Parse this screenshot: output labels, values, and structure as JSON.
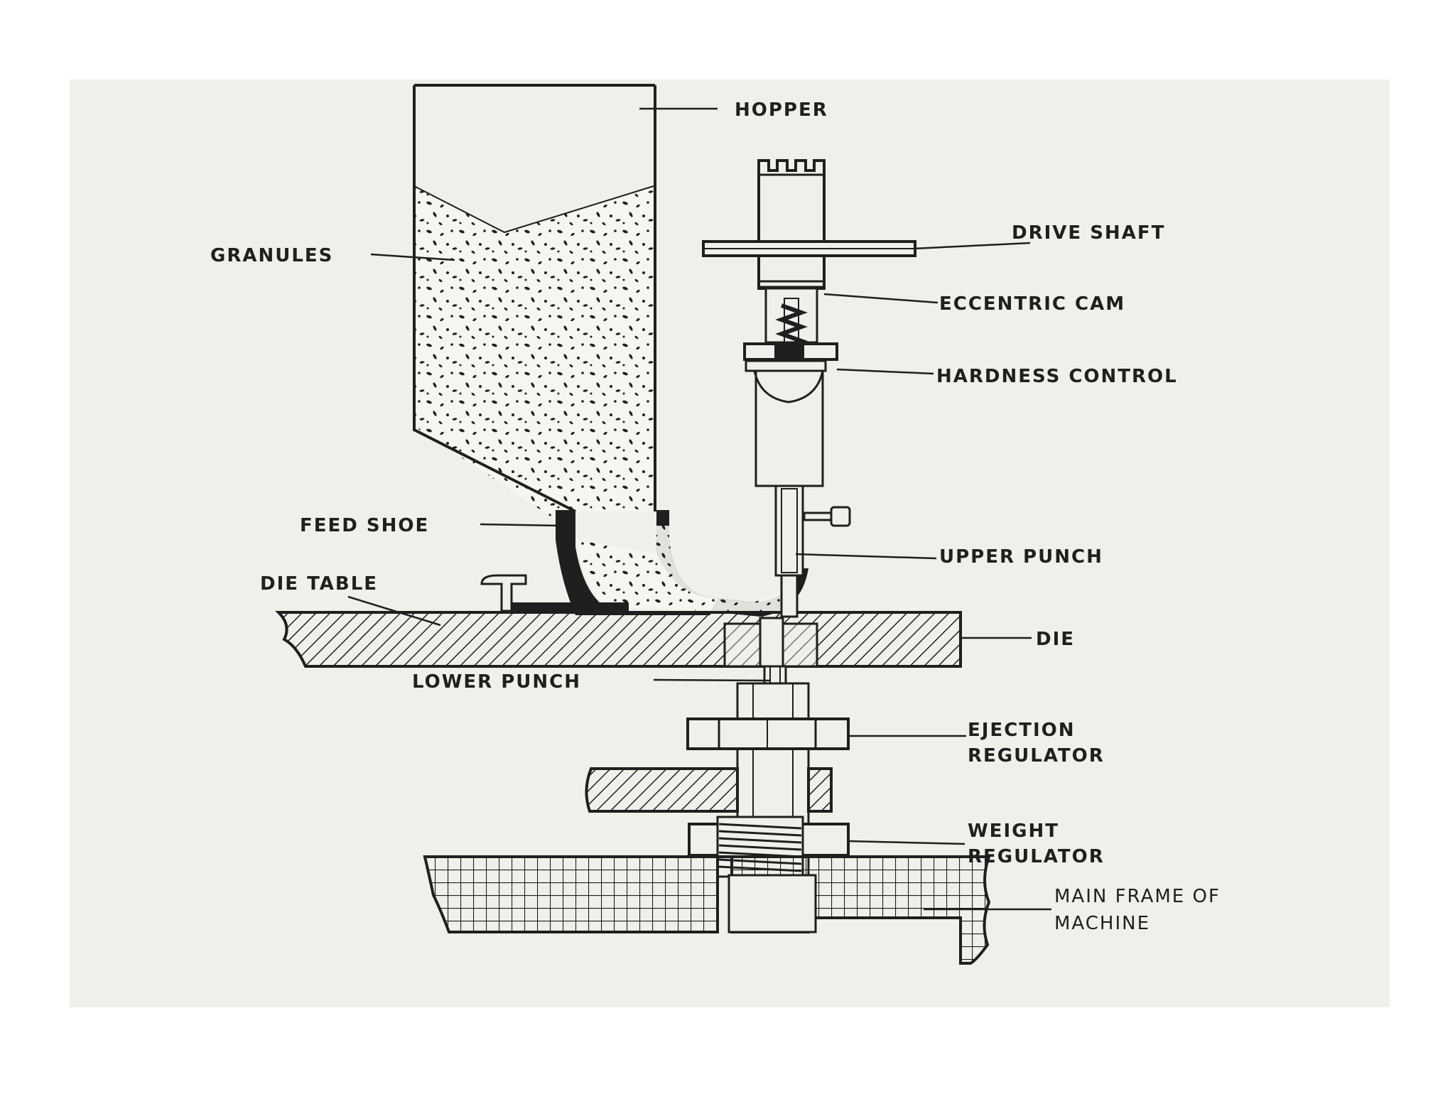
{
  "labels": {
    "hopper": "HOPPER",
    "drive_shaft": "DRIVE SHAFT",
    "granules": "GRANULES",
    "eccentric_cam": "ECCENTRIC CAM",
    "hardness_control": "HARDNESS CONTROL",
    "feed_shoe": "FEED SHOE",
    "upper_punch": "UPPER PUNCH",
    "die_table": "DIE TABLE",
    "die": "DIE",
    "lower_punch": "LOWER PUNCH",
    "ejection_regulator_1": "EJECTION",
    "ejection_regulator_2": "REGULATOR",
    "weight_regulator_1": "WEIGHT",
    "weight_regulator_2": "REGULATOR",
    "main_frame_1": "MAIN FRAME OF",
    "main_frame_2": "MACHINE"
  },
  "colors": {
    "ink": "#1f1f1f",
    "paper": "#f1efe9",
    "background": "#ffffff"
  }
}
